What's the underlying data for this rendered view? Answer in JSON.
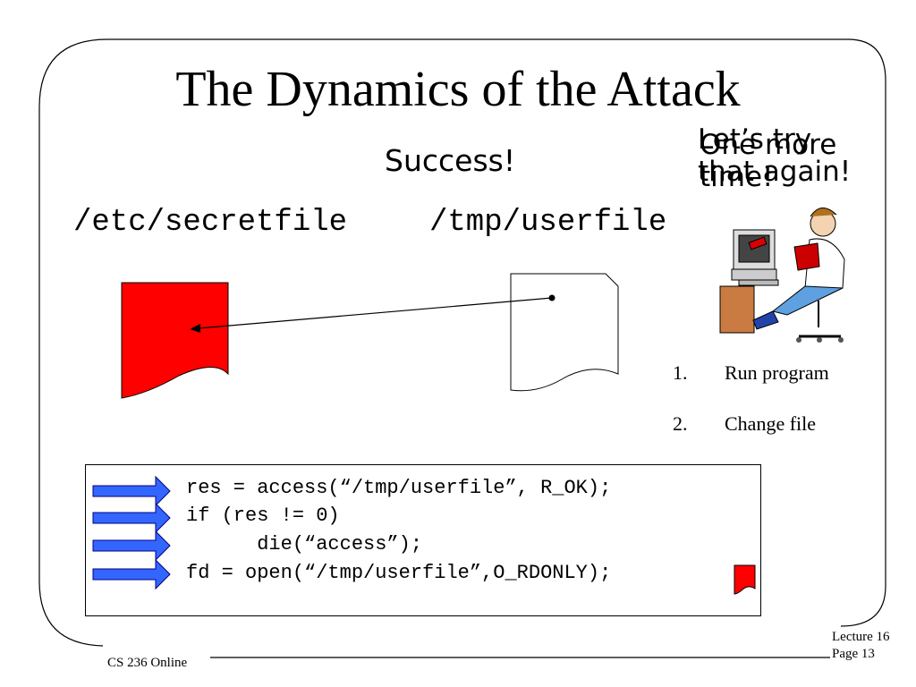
{
  "slide": {
    "title": "The Dynamics of the Attack",
    "status": "Success!",
    "paths": {
      "secret": "/etc/secretfile",
      "user": "/tmp/userfile"
    },
    "speech_bubble": {
      "text_a_line1": "Let’s try",
      "text_a_line2": "that again!",
      "text_b_line1": "One more",
      "text_b_line2": "time!"
    },
    "steps": [
      {
        "num": "1.",
        "label": "Run program"
      },
      {
        "num": "2.",
        "label": "Change file"
      }
    ],
    "code_lines": [
      "res = access(“/tmp/userfile”, R_OK);",
      "if (res != 0)",
      "      die(“access”);",
      "fd = open(“/tmp/userfile”,O_RDONLY);"
    ],
    "footer": {
      "left": "CS 236 Online",
      "right_line1": "Lecture 16",
      "right_line2": "Page 13"
    }
  },
  "colors": {
    "secret_file": "#ff0000",
    "arrow_fill": "#3366ff",
    "arrow_stroke": "#000080"
  }
}
